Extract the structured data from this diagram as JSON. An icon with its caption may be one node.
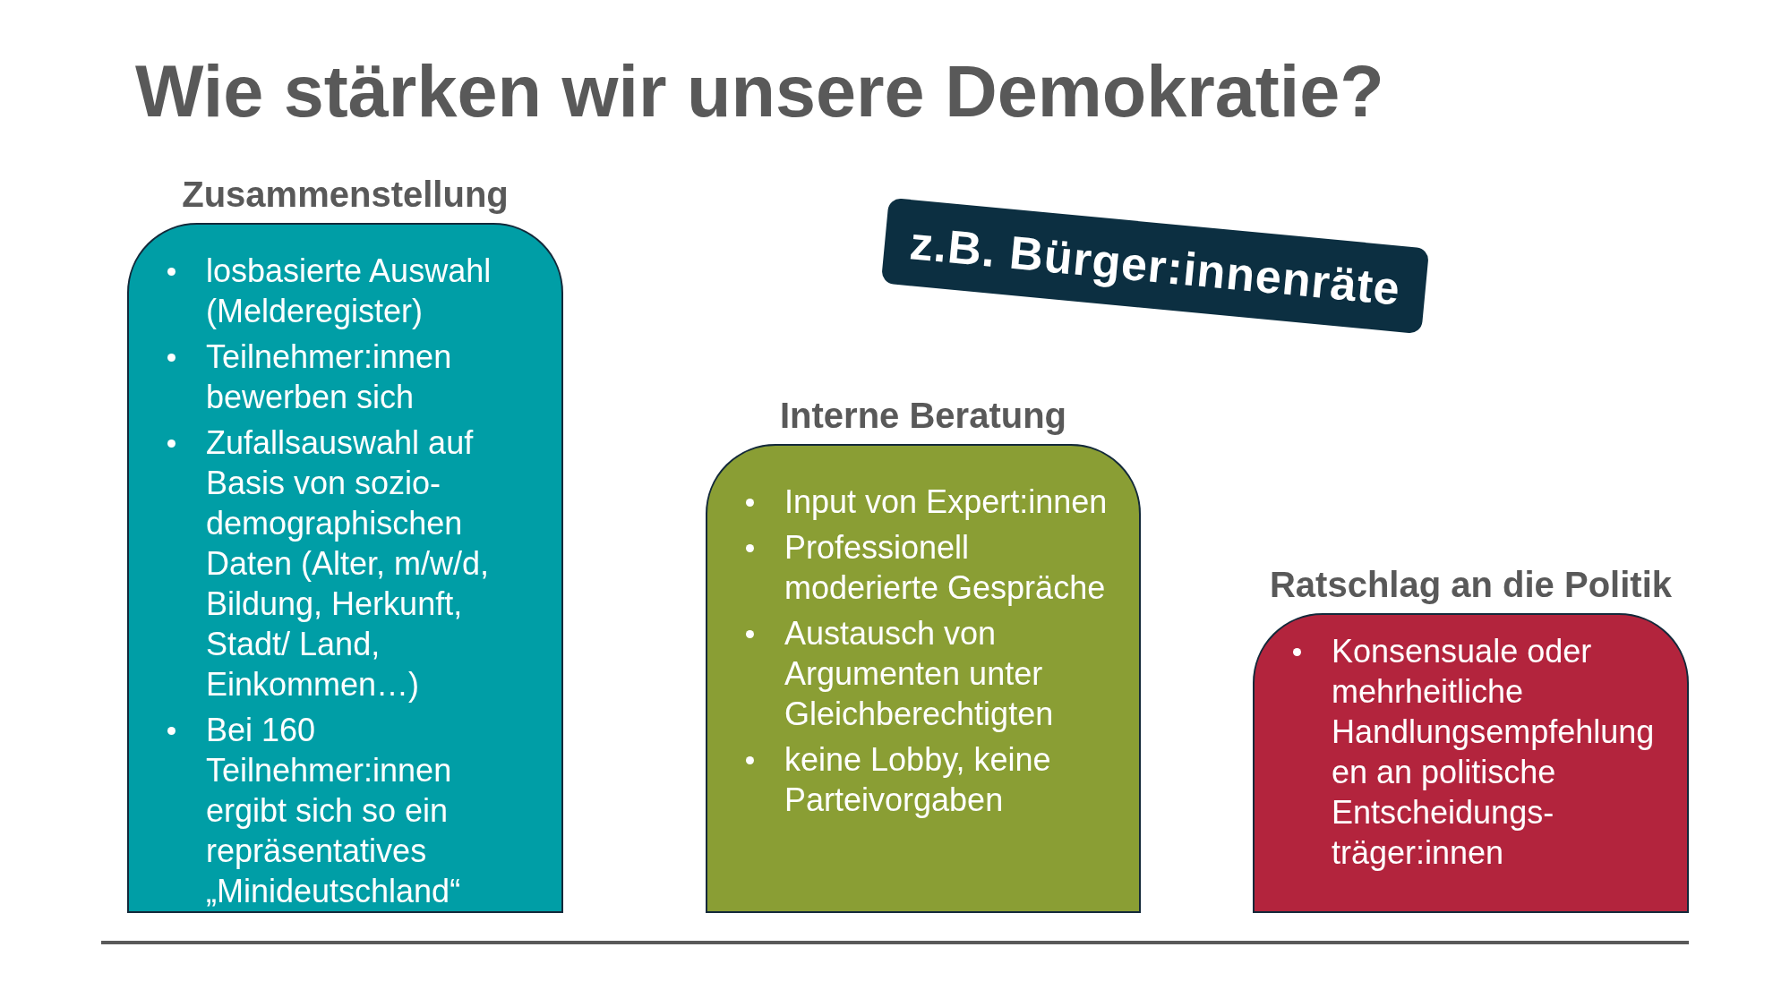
{
  "diagram": {
    "title": "Wie stärken wir unsere Demokratie?",
    "nodes": [
      {
        "text": [
          "Zusammenstellung",
          "losbasierte Auswahl (Melderegister)",
          "Teilnehmer:innen bewerben sich",
          "Zufallsauswahl auf Basis von sozio-demographischen Daten (Alter, m/w/d, Bildung, Herkunft, Stadt/ Land, Einkommen…)",
          "Bei 160 Teilnehmer:innen ergibt sich so ein repräsentatives „Minideutschland“"
        ]
      },
      {
        "text": [
          "z.B. Bürger:innenräte"
        ]
      },
      {
        "text": [
          "Interne Beratung",
          "Input von Expert:innen",
          "Professionell moderierte Gespräche",
          "Austausch von Argumenten unter Gleichberechtigten",
          "keine Lobby, keine Parteivorgaben"
        ]
      },
      {
        "text": [
          "Ratschlag an die Politik",
          "Konsensuale oder mehrheitliche Handlungsempfehlung en an politische Entscheidungs-träger:innen"
        ]
      }
    ]
  }
}
